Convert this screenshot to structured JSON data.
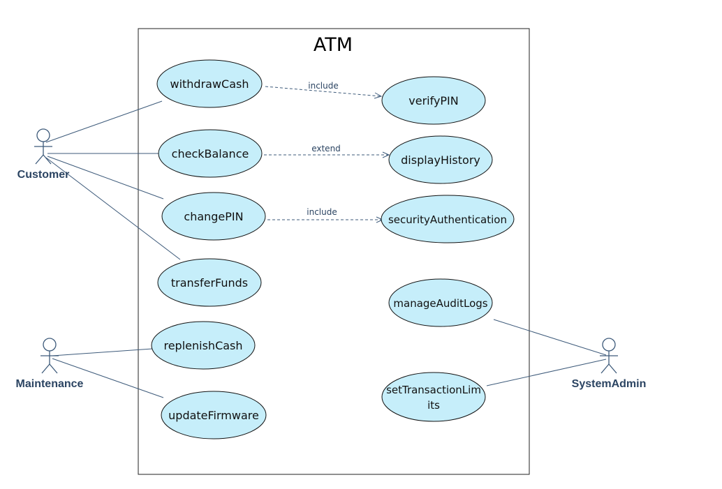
{
  "diagram": {
    "system": {
      "title": "ATM"
    },
    "actors": {
      "customer": "Customer",
      "maintenance": "Maintenance",
      "system_admin": "SystemAdmin"
    },
    "use_cases": {
      "withdraw_cash": "withdrawCash",
      "check_balance": "checkBalance",
      "change_pin": "changePIN",
      "transfer_funds": "transferFunds",
      "replenish_cash": "replenishCash",
      "update_firmware": "updateFirmware",
      "verify_pin": "verifyPIN",
      "display_history": "displayHistory",
      "security_authentication": "securityAuthentication",
      "manage_audit_logs": "manageAuditLogs",
      "set_transaction_limits_line1": "setTransactionLim",
      "set_transaction_limits_line2": "its"
    },
    "relationships": {
      "withdraw_verify": "include",
      "check_display": "extend",
      "change_security": "include"
    },
    "colors": {
      "use_case_fill": "#c6eefa",
      "line": "#3d5a7a",
      "actor_label": "#2b4462"
    }
  }
}
